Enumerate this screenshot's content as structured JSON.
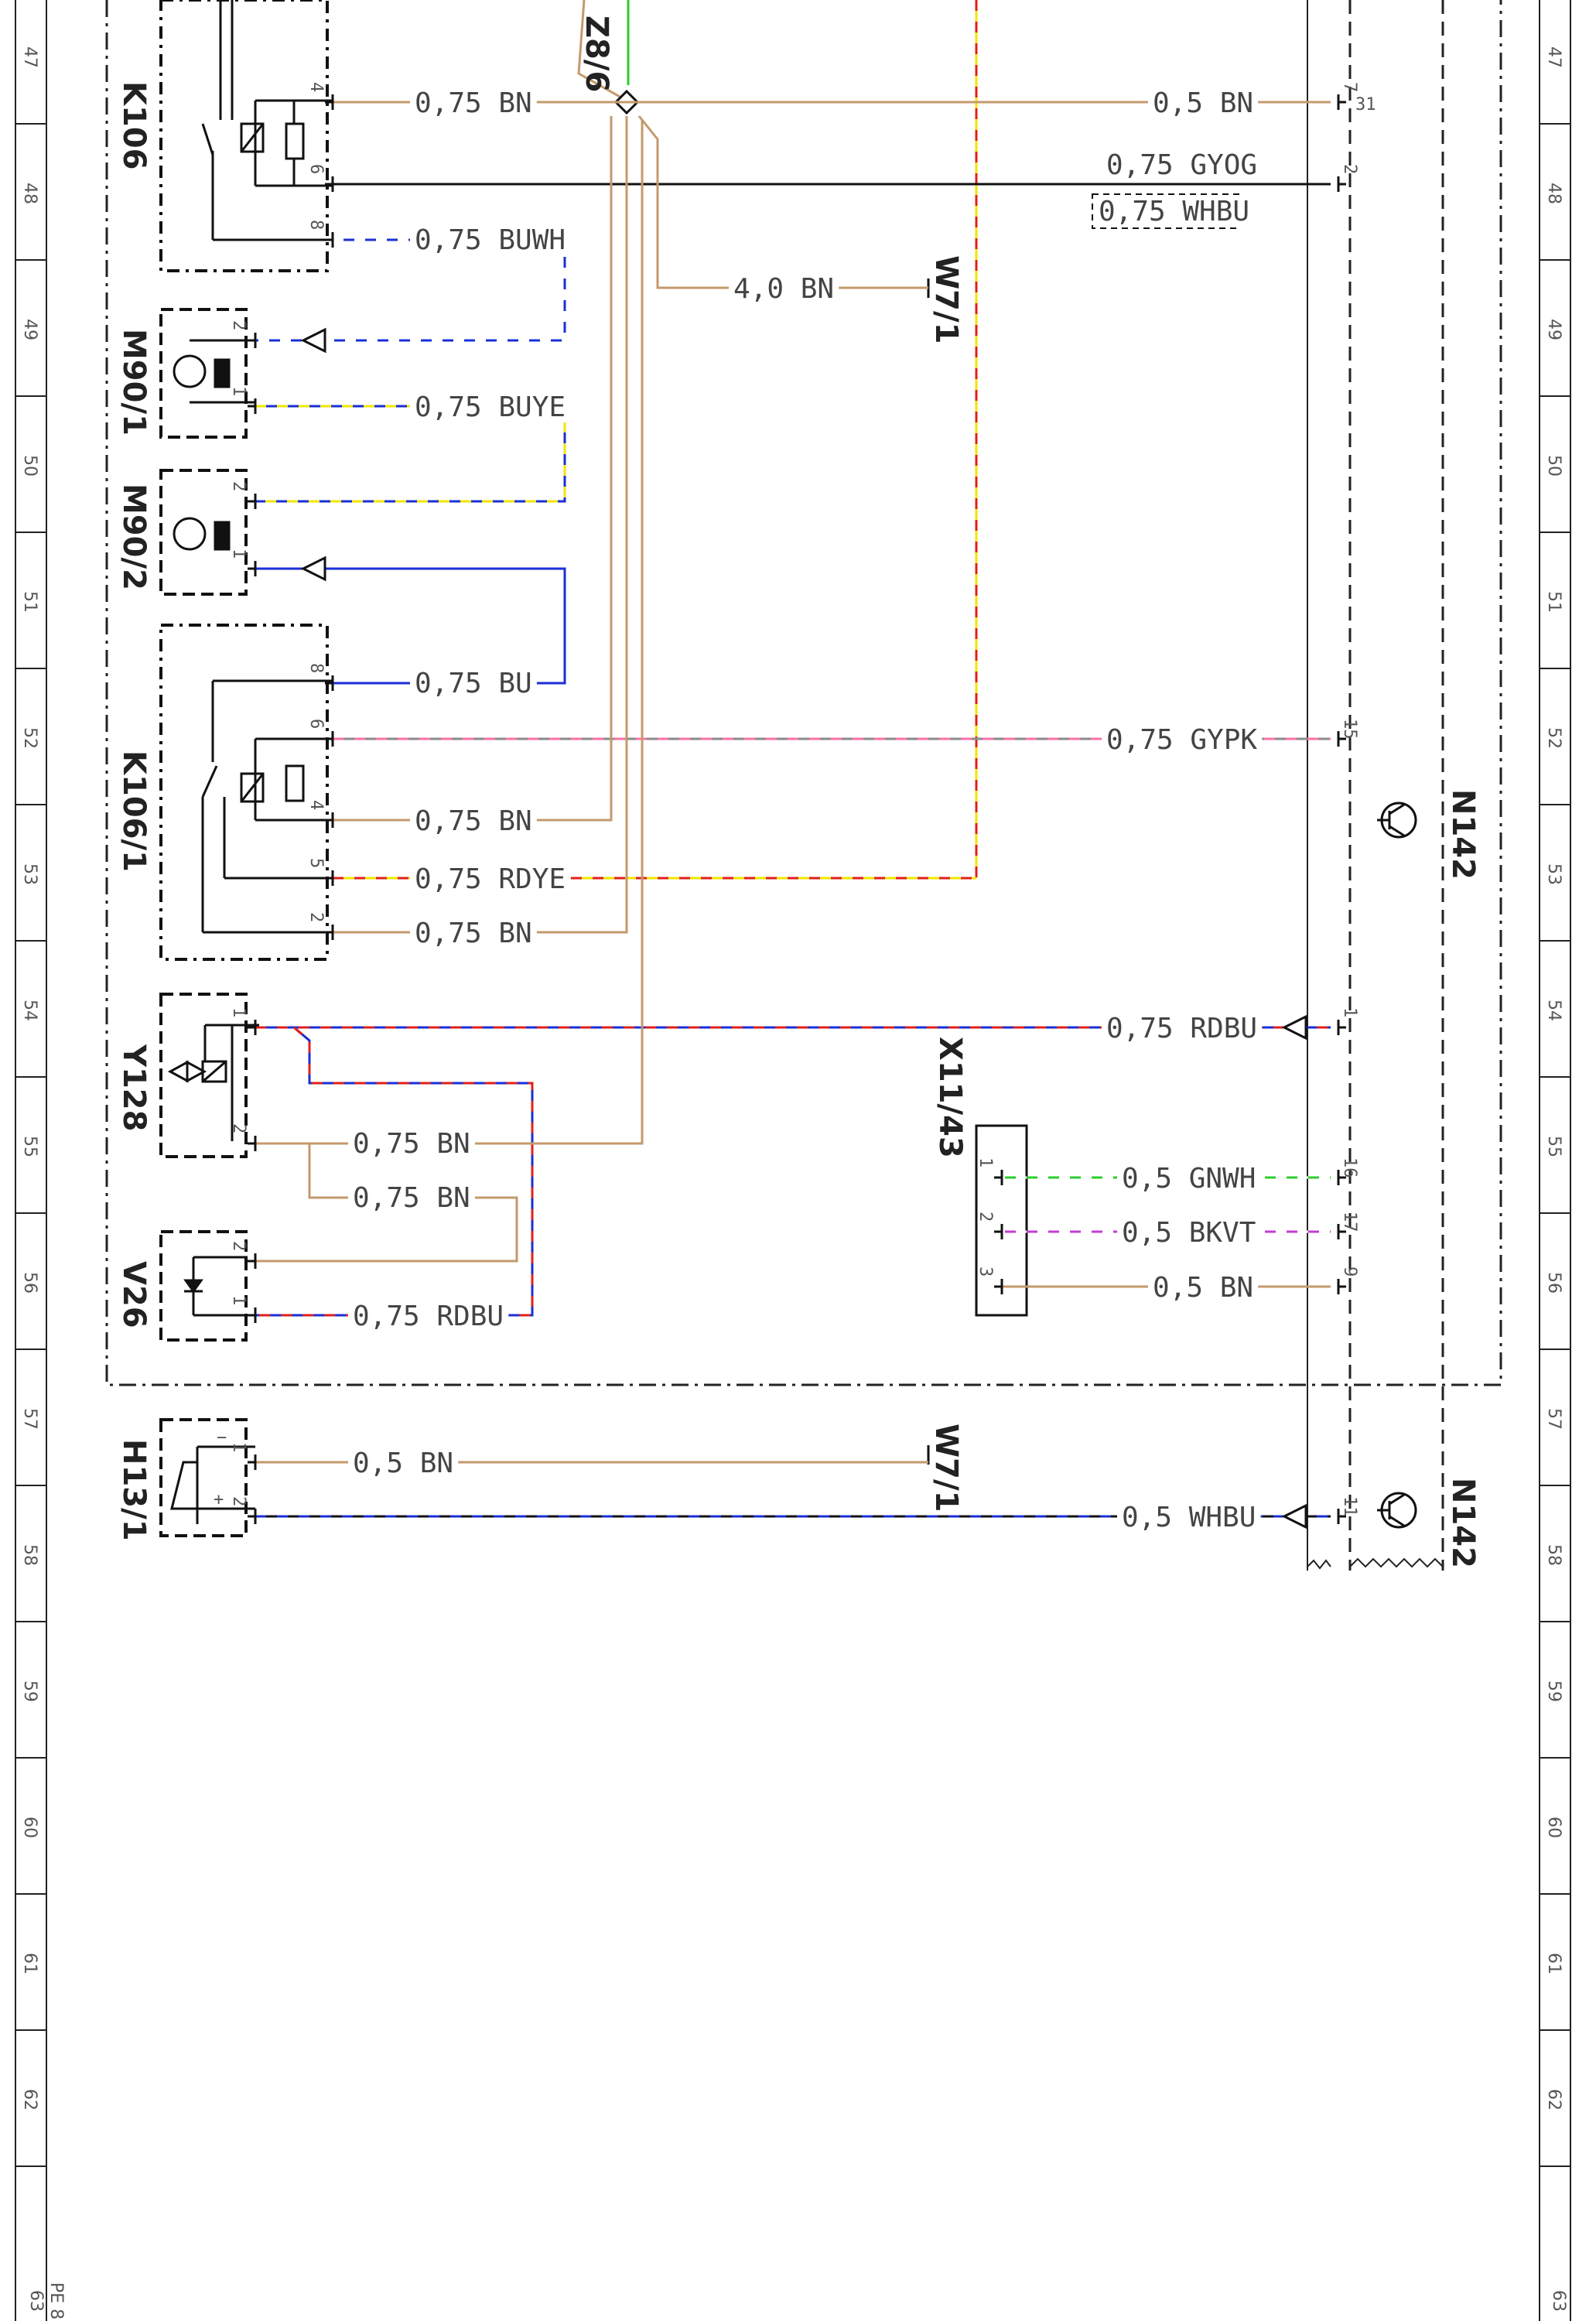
{
  "title_block": {
    "sheet_label": "PE 8",
    "sheet_number": "63"
  },
  "grid_labels": [
    "47",
    "48",
    "49",
    "50",
    "51",
    "52",
    "53",
    "54",
    "55",
    "56",
    "57",
    "58",
    "59",
    "60",
    "61",
    "62"
  ],
  "components": {
    "k106": "K106",
    "m90_1": "M90/1",
    "m90_2": "M90/2",
    "k106_1": "K106/1",
    "y128": "Y128",
    "v26": "V26",
    "h13_1": "H13/1",
    "x11_43": "X11/43",
    "w7_1": "W7/1",
    "z8_9": "Z8/6",
    "n142": "N142"
  },
  "wires": {
    "k106_4": "0,75 BN",
    "n142_7": "0,5 BN",
    "k106_6_a": "0,75 GYOG",
    "k106_6_b": "0,75 WHBU",
    "k106_8": "0,75 BUWH",
    "w7_1_top": "4,0 BN",
    "m90_1_1": "0,75 BUYE",
    "k106_1_8": "0,75 BU",
    "k106_1_6": "0,75 GYPK",
    "k106_1_4": "0,75 BN",
    "k106_1_5": "0,75 RDYE",
    "k106_1_2": "0,75 BN",
    "y128_1": "0,75 RDBU",
    "y128_2": "0,75 BN",
    "v26_2": "0,75 BN",
    "v26_1": "0,75 RDBU",
    "x11_1": "0,5 GNWH",
    "x11_2": "0,5 BKVT",
    "x11_3": "0,5 BN",
    "h13_1": "0,5 BN",
    "h13_2": "0,5 WHBU"
  },
  "pins": {
    "k106": [
      "4",
      "6",
      "8"
    ],
    "m90_1": [
      "2",
      "1"
    ],
    "m90_2": [
      "2",
      "1"
    ],
    "k106_1": [
      "8",
      "6",
      "4",
      "5",
      "2"
    ],
    "y128": [
      "1",
      "2"
    ],
    "v26": [
      "2",
      "1"
    ],
    "x11_43": [
      "1",
      "2",
      "3"
    ],
    "h13_1": [
      "1",
      "2"
    ],
    "n142": [
      "7",
      "31",
      "2",
      "15",
      "1",
      "16",
      "17",
      "9",
      "11"
    ],
    "h13_polarity": [
      "−",
      "+"
    ]
  },
  "colors": {
    "BN": "#c49a6c",
    "BU": "#1a2fd6",
    "YE": "#f2e600",
    "RD": "#e0201a",
    "GN": "#2ecc2e",
    "WH": "#ffffff",
    "PK": "#ff6fa8",
    "GY": "#8a8a8a",
    "VT": "#c43cd6",
    "BK": "#111111"
  }
}
